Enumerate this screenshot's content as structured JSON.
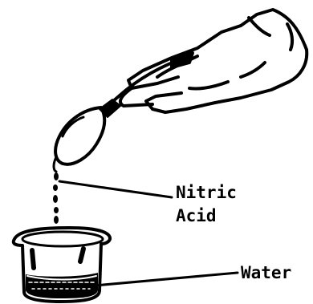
{
  "labels": {
    "nitric": "Nitric",
    "acid": "Acid",
    "water": "Water"
  }
}
